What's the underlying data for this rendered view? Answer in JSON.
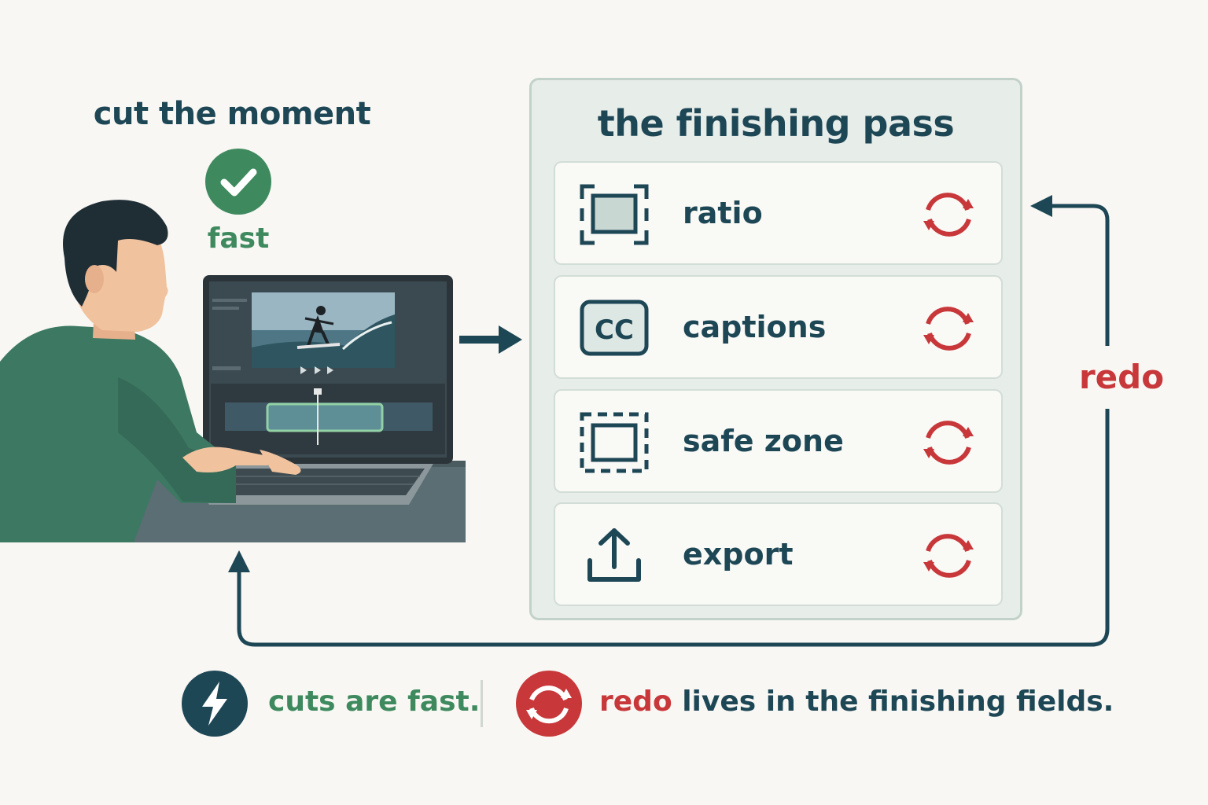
{
  "left": {
    "title": "cut the moment",
    "badge_icon": "check-icon",
    "badge_label": "fast"
  },
  "panel": {
    "title": "the finishing pass",
    "steps": [
      {
        "label": "ratio",
        "icon": "aspect-ratio-icon",
        "action_icon": "redo-icon"
      },
      {
        "label": "captions",
        "icon": "cc-icon",
        "action_icon": "redo-icon"
      },
      {
        "label": "safe zone",
        "icon": "safe-zone-icon",
        "action_icon": "redo-icon"
      },
      {
        "label": "export",
        "icon": "upload-icon",
        "action_icon": "redo-icon"
      }
    ]
  },
  "loop": {
    "label": "redo"
  },
  "footer": {
    "left_text": "cuts are fast.",
    "left_icon": "lightning-icon",
    "right_accent": "redo",
    "right_text": "lives in the finishing fields.",
    "right_icon": "redo-icon"
  },
  "colors": {
    "navy": "#1e4756",
    "green": "#3e8a5e",
    "red": "#c8383a",
    "panel_bg": "#e7ede9",
    "page_bg": "#f8f7f3"
  }
}
